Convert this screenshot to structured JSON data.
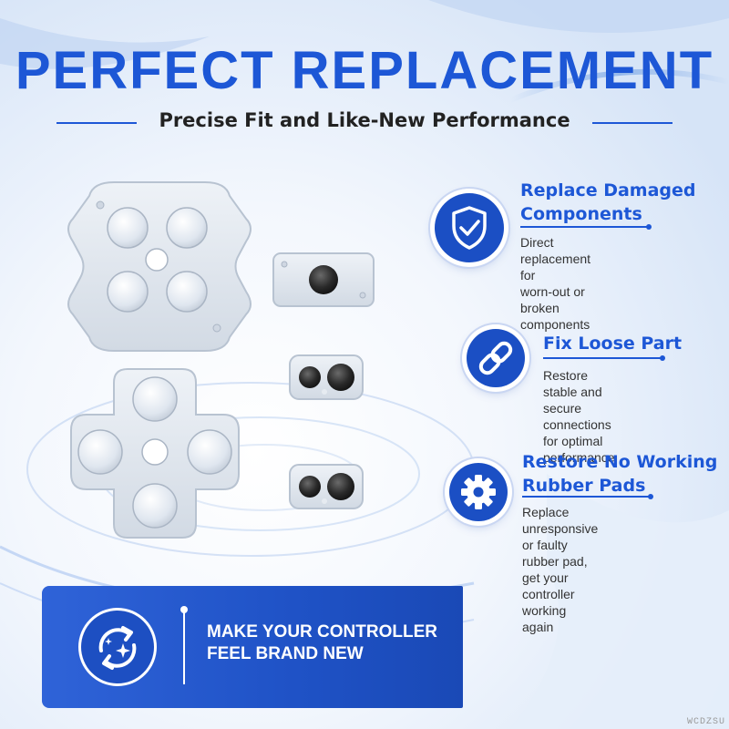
{
  "headline": "PERFECT REPLACEMENT",
  "subtitle": "Precise Fit and Like-New Performance",
  "colors": {
    "brand_blue": "#1d57d6",
    "badge_blue": "#1b4fc4",
    "banner_blue": "#1f52c6"
  },
  "features": [
    {
      "icon": "shield-check-icon",
      "title_lines": [
        "Replace Damaged",
        "Components"
      ],
      "desc_lines": [
        "Direct replacement for",
        "worn-out or broken",
        "components"
      ]
    },
    {
      "icon": "chain-link-icon",
      "title_lines": [
        "Fix Loose Part"
      ],
      "desc_lines": [
        "Restore stable and secure",
        "connections for optimal",
        "performance"
      ]
    },
    {
      "icon": "gear-icon",
      "title_lines": [
        "Restore No Working",
        "Rubber Pads"
      ],
      "desc_lines": [
        "Replace unresponsive or faulty",
        "rubber pad, get your controller",
        "working again"
      ]
    }
  ],
  "banner": {
    "icon": "refresh-sparkle-icon",
    "lines": [
      "MAKE YOUR CONTROLLER",
      "FEEL BRAND NEW"
    ]
  },
  "watermark": "WCDZSU"
}
